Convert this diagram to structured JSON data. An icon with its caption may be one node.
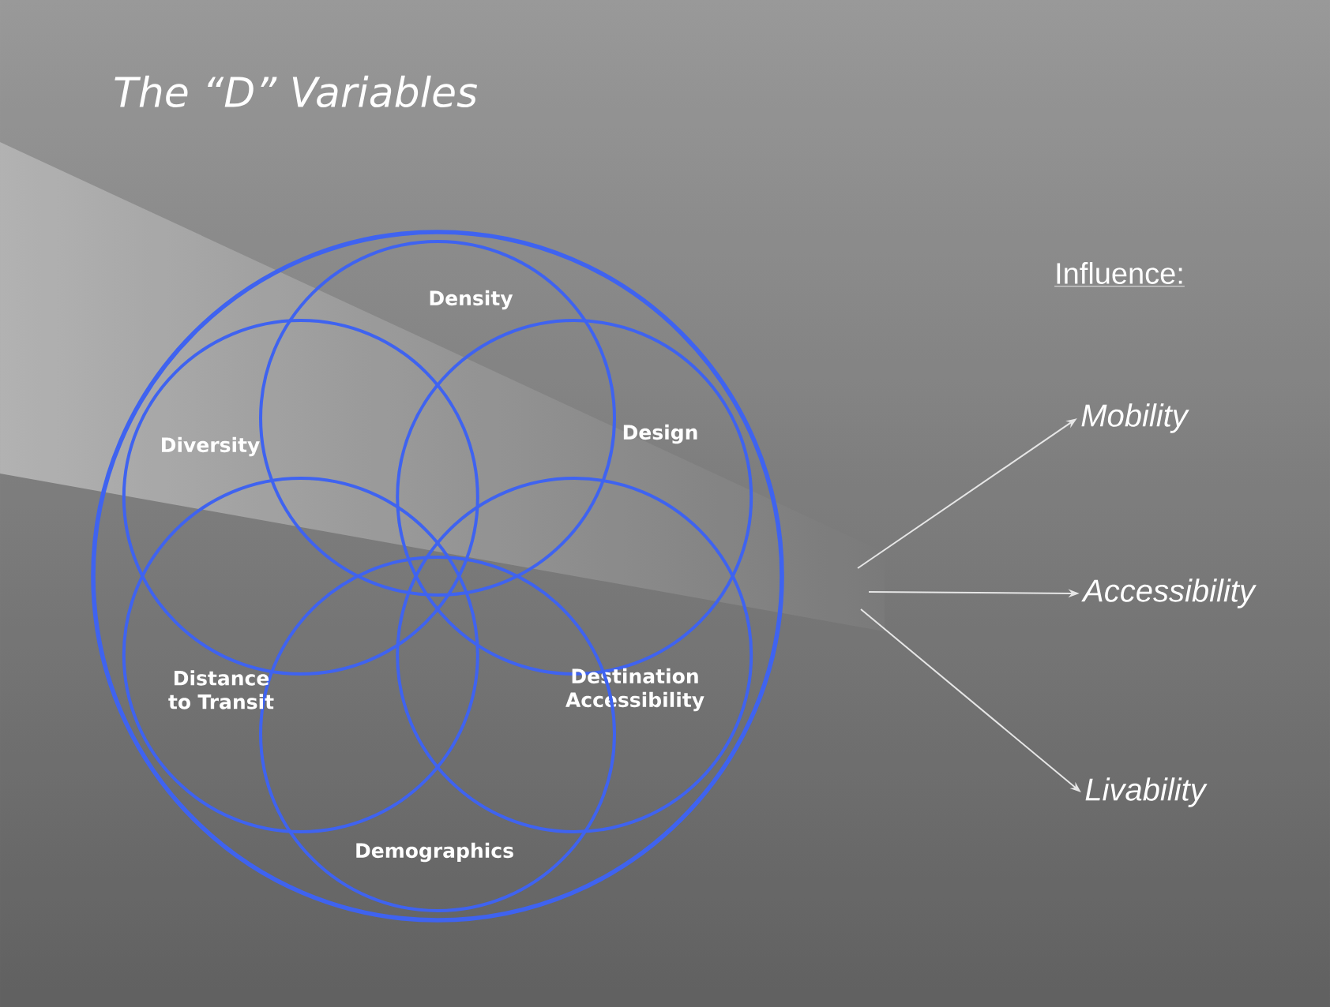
{
  "diagram": {
    "title": "The “D” Variables",
    "nodes": [
      {
        "text": [],
        "shape": "circle"
      },
      {
        "text": [
          "Density"
        ],
        "in": 0
      },
      {
        "text": [
          "Design"
        ],
        "in": 0
      },
      {
        "text": [
          "Destination Accessibility"
        ],
        "in": 0
      },
      {
        "text": [
          "Demographics"
        ],
        "in": 0
      },
      {
        "text": [
          "Distance to Transit"
        ],
        "in": 0
      },
      {
        "text": [
          "Diversity"
        ],
        "in": 0
      },
      {
        "text": [
          "Mobility"
        ]
      },
      {
        "text": [
          "Accessibility"
        ]
      },
      {
        "text": [
          "Livability"
        ]
      }
    ],
    "edges": [
      {
        "from": null,
        "to": 7,
        "arrow": "to"
      },
      {
        "from": null,
        "to": 8,
        "arrow": "to"
      },
      {
        "from": null,
        "to": 9,
        "arrow": "to"
      }
    ],
    "labels": [
      "Influence:"
    ]
  }
}
